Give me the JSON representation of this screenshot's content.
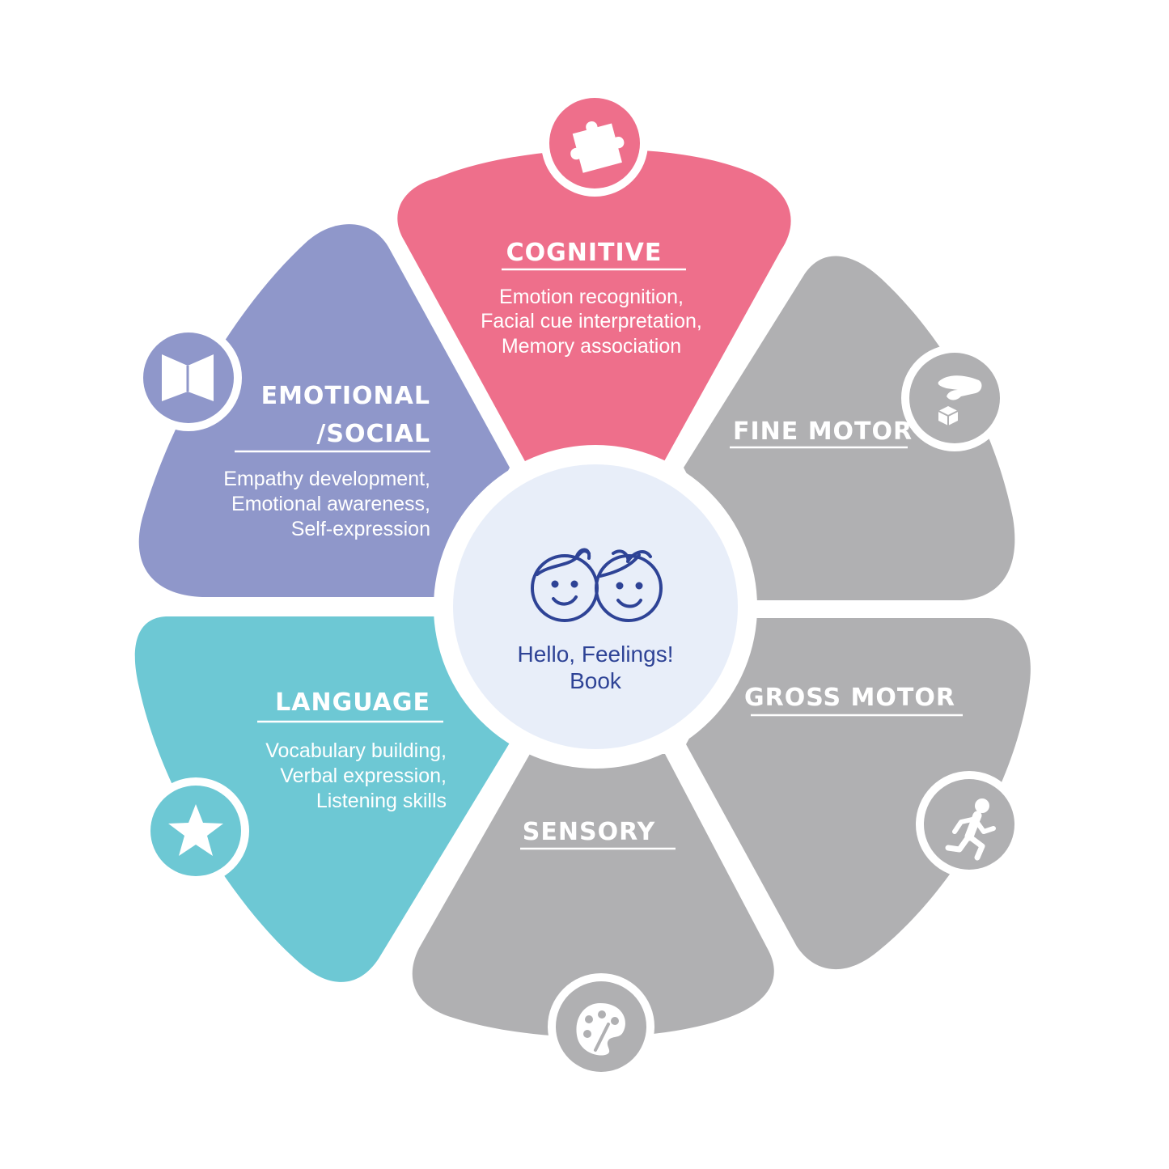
{
  "center": {
    "title_line1": "Hello, Feelings!",
    "title_line2": "Book",
    "icon": "two-kids-faces-icon"
  },
  "petals": {
    "cognitive": {
      "title": "COGNITIVE",
      "lines": [
        "Emotion recognition,",
        "Facial cue interpretation,",
        "Memory association"
      ],
      "icon": "puzzle-piece-icon",
      "color": "#ee6f8b"
    },
    "emotional": {
      "title_line1": "EMOTIONAL",
      "title_line2": "/SOCIAL",
      "lines": [
        "Empathy development,",
        "Emotional awareness,",
        "Self-expression"
      ],
      "icon": "open-book-icon",
      "color": "#8f97ca"
    },
    "fine_motor": {
      "title": "FINE MOTOR",
      "icon": "hand-picking-block-icon",
      "color": "#b0b0b2"
    },
    "language": {
      "title": "LANGUAGE",
      "lines": [
        "Vocabulary building,",
        "Verbal expression,",
        "Listening skills"
      ],
      "icon": "star-icon",
      "color": "#6dc8d4"
    },
    "gross_motor": {
      "title": "GROSS MOTOR",
      "icon": "running-person-icon",
      "color": "#b0b0b2"
    },
    "sensory": {
      "title": "SENSORY",
      "icon": "paint-palette-icon",
      "color": "#b0b0b2"
    }
  },
  "colors": {
    "center_fill": "#e8eef9",
    "center_text": "#2e4396",
    "gap": "#ffffff"
  }
}
